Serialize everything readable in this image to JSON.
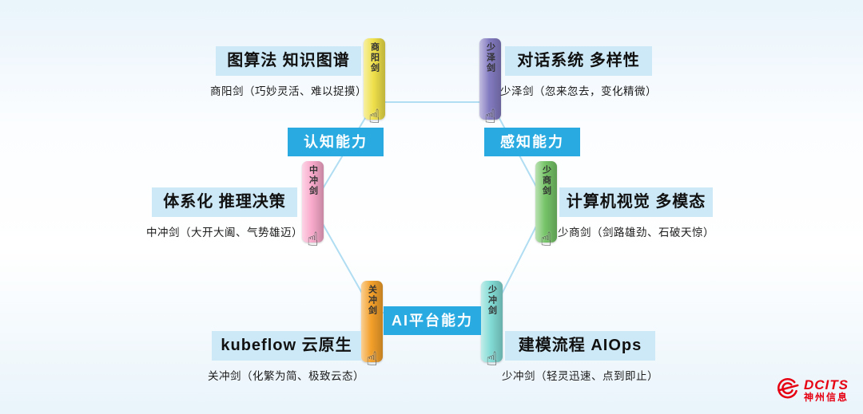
{
  "diagram": {
    "capabilities": [
      {
        "label": "认知能力"
      },
      {
        "label": "感知能力"
      },
      {
        "label": "AI平台能力"
      }
    ],
    "items": [
      {
        "title": "图算法 知识图谱",
        "subtitle": "商阳剑（巧妙灵活、难以捉摸）",
        "sword": "商阳剑",
        "color": "#efe04a"
      },
      {
        "title": "对话系统 多样性",
        "subtitle": "少泽剑（忽来忽去，变化精微）",
        "sword": "少泽剑",
        "color": "#837bc1"
      },
      {
        "title": "体系化 推理决策",
        "subtitle": "中冲剑（大开大阖、气势雄迈）",
        "sword": "中冲剑",
        "color": "#f9a9cb"
      },
      {
        "title": "计算机视觉 多模态",
        "subtitle": "少商剑（剑路雄劲、石破天惊）",
        "sword": "少商剑",
        "color": "#76c468"
      },
      {
        "title": "kubeflow 云原生",
        "subtitle": "关冲剑（化繁为简、极致云态）",
        "sword": "关冲剑",
        "color": "#f4a02a"
      },
      {
        "title": "建模流程 AIOps",
        "subtitle": "少冲剑（轻灵迅速、点到即止）",
        "sword": "少冲剑",
        "color": "#82dbd5"
      }
    ]
  },
  "colors": {
    "capability_bg": "#29abe2",
    "item_box_bg": "#cde8f6",
    "hexagon_line": "#b0ddf2",
    "logo_red": "#e60012"
  },
  "icons": {
    "hand": "☝"
  },
  "logo": {
    "brand": "DCITS",
    "company": "神州信息"
  }
}
